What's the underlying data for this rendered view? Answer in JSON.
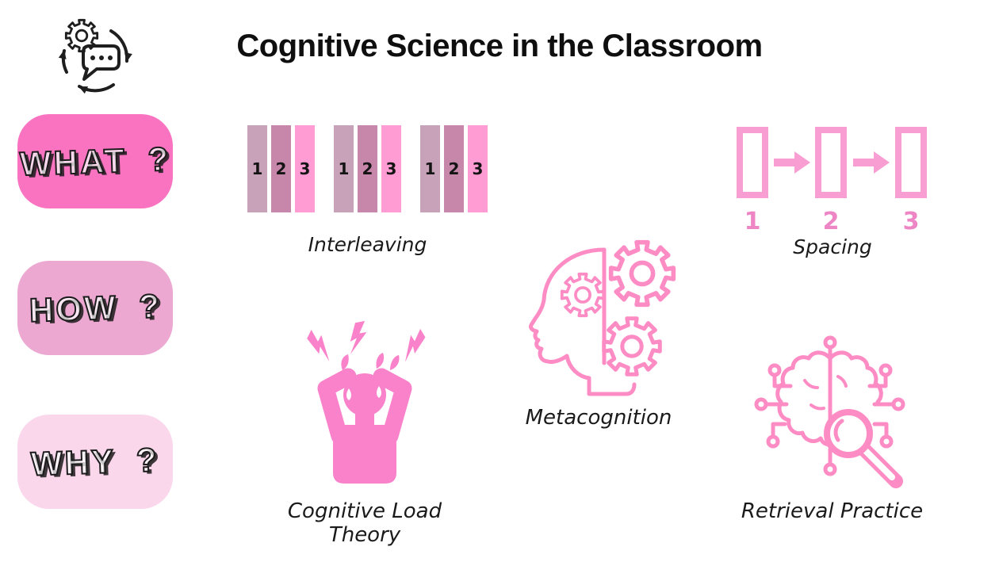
{
  "header": {
    "title": "Cognitive Science in the Classroom"
  },
  "sidebar": {
    "items": [
      {
        "id": "what",
        "label": "WHAT ?",
        "bg": "#f973c1"
      },
      {
        "id": "how",
        "label": "HOW ?",
        "bg": "#eda8d2"
      },
      {
        "id": "why",
        "label": "WHY ?",
        "bg": "#fad7eb"
      }
    ]
  },
  "concepts": {
    "interleaving": {
      "caption": "Interleaving",
      "groups": [
        [
          "1",
          "2",
          "3"
        ],
        [
          "1",
          "2",
          "3"
        ],
        [
          "1",
          "2",
          "3"
        ]
      ],
      "bar_colors": [
        "#c7a2b8",
        "#c687ab",
        "#ff9cd4"
      ]
    },
    "spacing": {
      "caption": "Spacing",
      "steps": [
        "1",
        "2",
        "3"
      ]
    },
    "metacognition": {
      "caption": "Metacognition"
    },
    "cognitive_load": {
      "caption": "Cognitive Load Theory"
    },
    "retrieval": {
      "caption": "Retrieval Practice"
    }
  },
  "icons": {
    "brand": "process-gear-chat-icon",
    "metacognition": "head-with-gears-icon",
    "cognitive_load": "stressed-person-icon",
    "retrieval": "brain-magnifier-circuit-icon"
  },
  "colors": {
    "background": "#ffffff",
    "title": "#0f0f0f",
    "icon_black": "#1e1e1e",
    "outline_pink": "#fd8cc4",
    "solid_pink": "#f982ca",
    "spacing_accent": "#f99ed2",
    "spacing_number": "#ee85c5"
  }
}
